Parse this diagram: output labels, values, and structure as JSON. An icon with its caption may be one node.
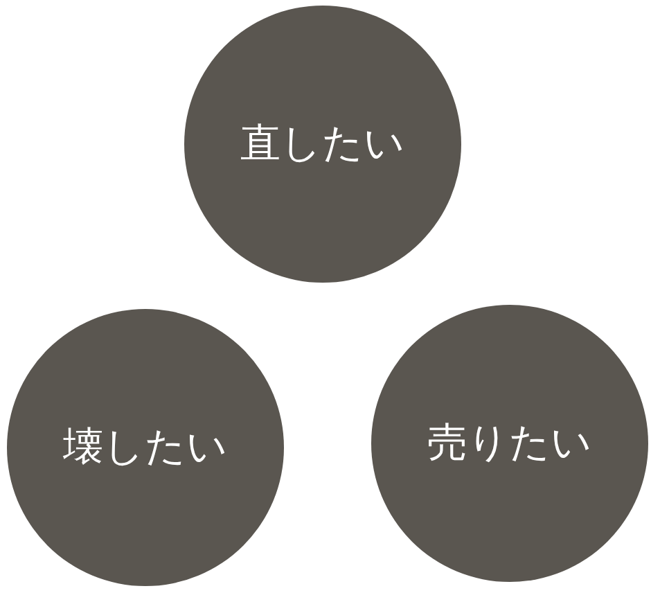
{
  "diagram": {
    "nodes": [
      {
        "text": [
          "直したい"
        ]
      },
      {
        "text": [
          "壊したい"
        ]
      },
      {
        "text": [
          "売りたい"
        ]
      }
    ]
  }
}
